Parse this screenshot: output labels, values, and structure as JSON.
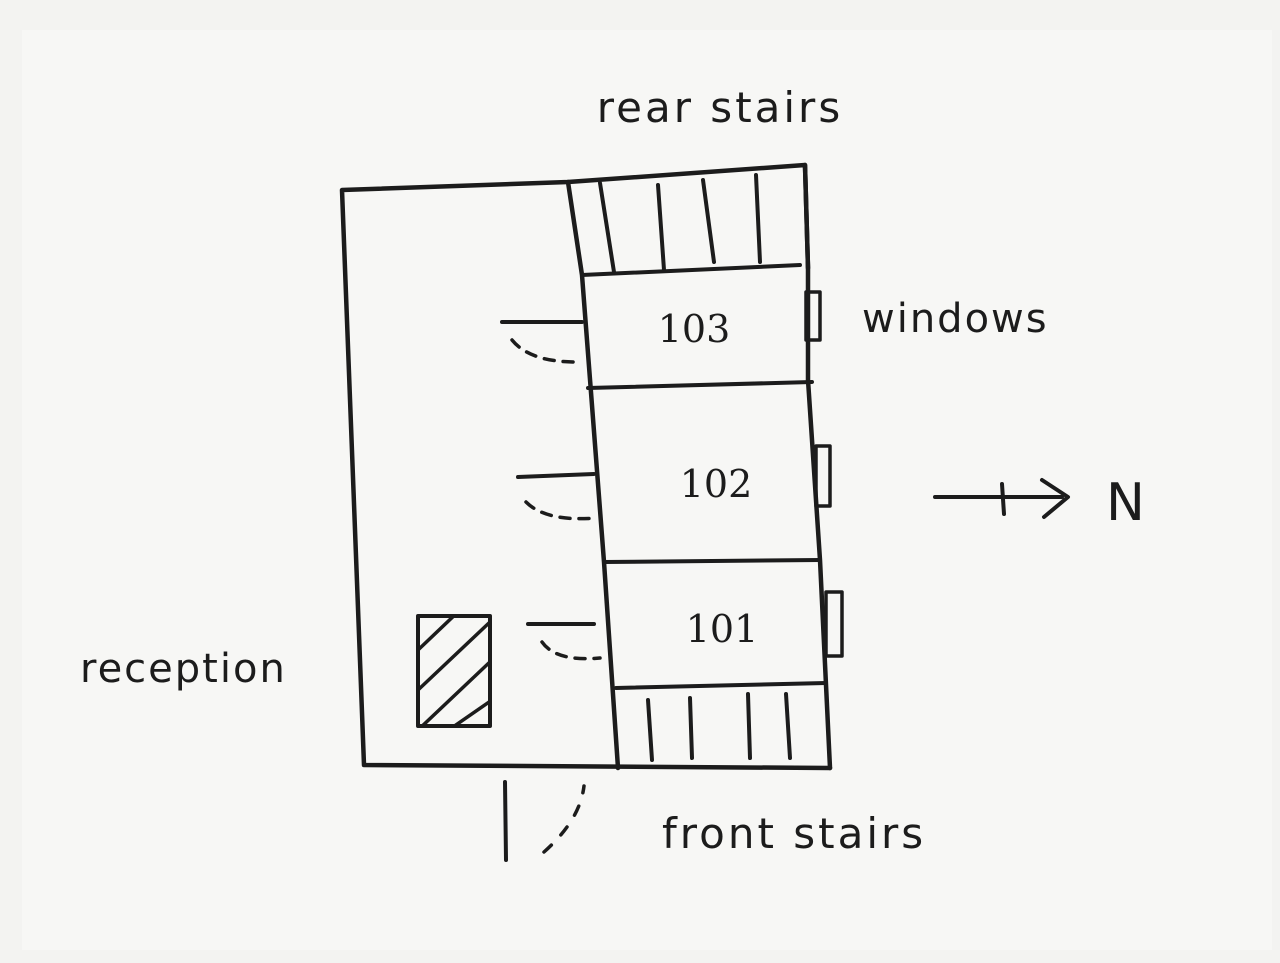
{
  "labels": {
    "rear_stairs": "rear stairs",
    "windows": "windows",
    "reception": "reception",
    "front_stairs": "front stairs",
    "north": "N"
  },
  "rooms": [
    {
      "number": "103"
    },
    {
      "number": "102"
    },
    {
      "number": "101"
    }
  ],
  "colors": {
    "paper": "#f3f3f1",
    "ink": "#1c1c1c"
  }
}
